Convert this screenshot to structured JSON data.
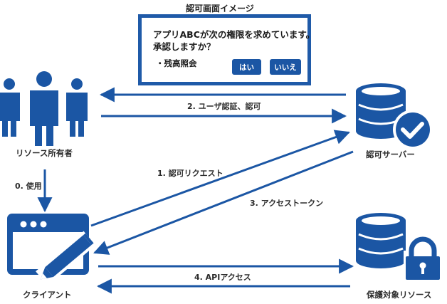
{
  "dialog": {
    "title": "認可画面イメージ",
    "message_line1": "アプリABCが次の権限を求めています。",
    "message_line2": "承認しますか？",
    "permission": "・残高照会",
    "yes_label": "はい",
    "no_label": "いいえ"
  },
  "nodes": {
    "resource_owner": "リソース所有者",
    "auth_server": "認可サーバー",
    "client": "クライアント",
    "protected_resource": "保護対象リソース"
  },
  "arrows": {
    "step0": "0. 使用",
    "step1": "1. 認可リクエスト",
    "step2": "2. ユーザ認証、認可",
    "step3": "3. アクセストークン",
    "step4": "4. APIアクセス"
  },
  "colors": {
    "primary": "#1b56a4",
    "border": "#1f5aa8"
  }
}
